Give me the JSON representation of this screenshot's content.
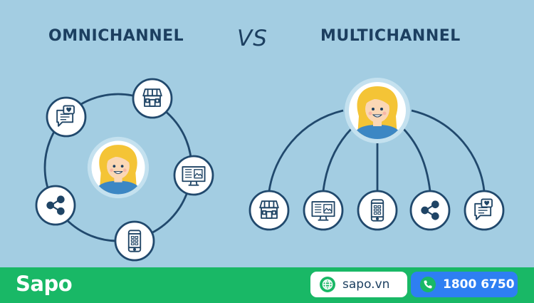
{
  "colors": {
    "background": "#a3cde2",
    "navy": "#1c3f60",
    "line": "#21496d",
    "node_fill": "#ffffff",
    "icon_stroke": "#1f4465",
    "hair": "#f4c436",
    "skin": "#fbd7b5",
    "shirt": "#3c87c4",
    "footer_green": "#19b866",
    "phone_blue": "#2e7ff2",
    "accent_green": "#19b866"
  },
  "title": {
    "left": "OMNICHANNEL",
    "vs": "VS",
    "right": "MULTICHANNEL"
  },
  "omnichannel": {
    "center": "customer-avatar",
    "channels": [
      "chat-icon",
      "store-icon",
      "monitor-icon",
      "phone-icon",
      "share-icon"
    ]
  },
  "multichannel": {
    "center": "customer-avatar",
    "channels": [
      "store-icon",
      "monitor-icon",
      "phone-icon",
      "share-icon",
      "chat-icon"
    ]
  },
  "footer": {
    "logo": "Sapo",
    "website": "sapo.vn",
    "hotline": "1800 6750",
    "website_icon": "globe-icon",
    "hotline_icon": "phone-icon"
  }
}
